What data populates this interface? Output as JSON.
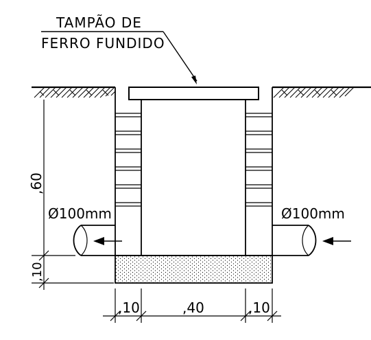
{
  "callout": {
    "line1": "TAMPÃO DE",
    "line2": "FERRO FUNDIDO"
  },
  "pipes": {
    "left_label": "Ø100mm",
    "right_label": "Ø100mm"
  },
  "dimensions": {
    "height": ",60",
    "base": ",10",
    "wall_left": ",10",
    "inner": ",40",
    "wall_right": ",10"
  },
  "icons": {
    "flow_arrow_left": "arrow-left-icon",
    "flow_arrow_right": "arrow-left-icon"
  }
}
